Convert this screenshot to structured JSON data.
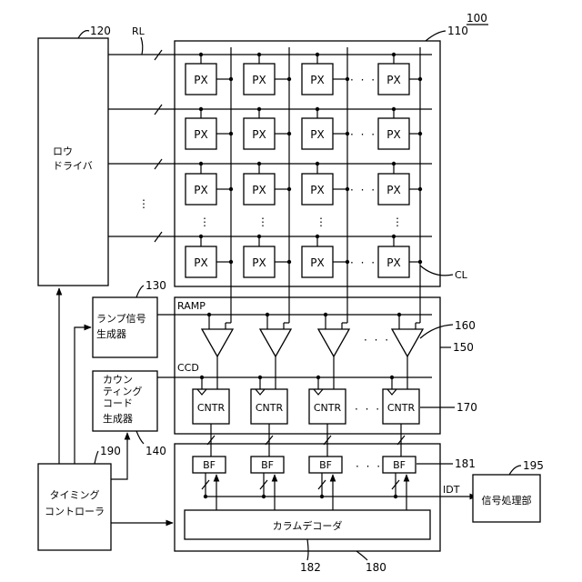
{
  "figure_number": "100",
  "refs": {
    "pixel_array": "110",
    "row_driver": "120",
    "ramp_gen": "130",
    "counting_code_gen": "140",
    "adc_block": "150",
    "comparator": "160",
    "counter": "170",
    "buffer_block": "180",
    "buffer": "181",
    "column_decoder": "182",
    "timing_controller": "190",
    "signal_processor": "195"
  },
  "signals": {
    "rl": "RL",
    "cl": "CL",
    "ramp": "RAMP",
    "ccd": "CCD",
    "idt": "IDT"
  },
  "blocks": {
    "row_driver_line1": "ロウ",
    "row_driver_line2": "ドライバ",
    "ramp_gen_line1": "ランプ信号",
    "ramp_gen_line2": "生成器",
    "ccg_line1": "カウン",
    "ccg_line2": "ティング",
    "ccg_line3": "コード",
    "ccg_line4": "生成器",
    "timing_line1": "タイミング",
    "timing_line2": "コントローラ",
    "signal_proc": "信号処理部",
    "column_decoder": "カラムデコーダ"
  },
  "cells": {
    "pixel": "PX",
    "counter": "CNTR",
    "buffer": "BF"
  },
  "ellipsis": "· · ·",
  "vdots": "⋮"
}
